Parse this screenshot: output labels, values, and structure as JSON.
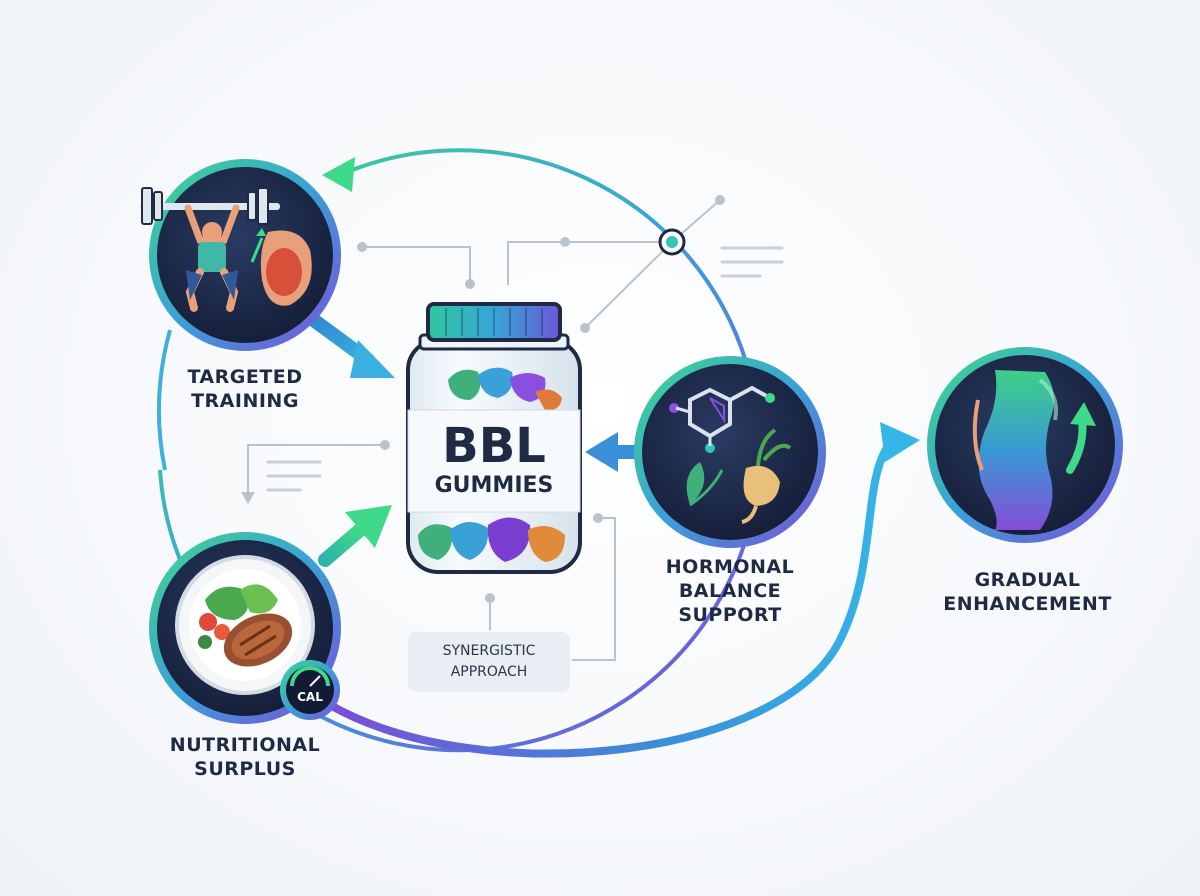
{
  "product": {
    "name": "BBL",
    "subtitle": "GUMMIES"
  },
  "nodes": {
    "training": {
      "line1": "TARGETED",
      "line2": "TRAINING",
      "icon": "weightlifting-icon"
    },
    "nutrition": {
      "line1": "NUTRITIONAL",
      "line2": "SURPLUS",
      "icon": "steak-plate-icon",
      "gauge_label": "CAL"
    },
    "hormonal": {
      "line1": "HORMONAL",
      "line2": "BALANCE",
      "line3": "SUPPORT",
      "icon": "molecule-herbs-icon"
    },
    "result": {
      "line1": "GRADUAL",
      "line2": "ENHANCEMENT",
      "icon": "body-silhouette-icon"
    }
  },
  "approach": {
    "line1": "SYNERGISTIC",
    "line2": "APPROACH"
  },
  "colors": {
    "navy": "#1f2a44",
    "teal": "#2fc6b5",
    "green": "#3fd98a",
    "blue": "#3a8fd9",
    "purple": "#7a4fd6",
    "connector": "#b9c3cf"
  }
}
